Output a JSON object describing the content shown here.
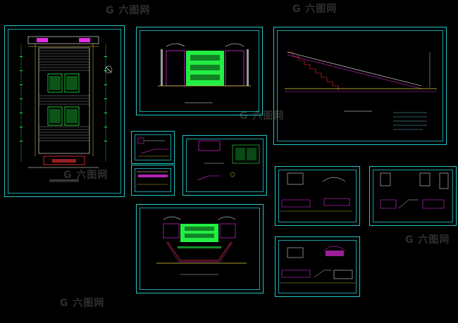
{
  "watermark": {
    "logo_text": "六图网",
    "glyph": "G"
  },
  "sheets": [
    {
      "key": "sheet-1-plan",
      "label": ""
    },
    {
      "key": "sheet-2-elevation",
      "label": ""
    },
    {
      "key": "sheet-3-stairs-section",
      "label": ""
    },
    {
      "key": "sheet-4-detail-a",
      "label": ""
    },
    {
      "key": "sheet-5-detail-b",
      "label": ""
    },
    {
      "key": "sheet-6-detail-c",
      "label": ""
    },
    {
      "key": "sheet-7-detail-d",
      "label": ""
    },
    {
      "key": "sheet-8-detail-e",
      "label": ""
    },
    {
      "key": "sheet-9-section",
      "label": ""
    },
    {
      "key": "sheet-10-detail-f",
      "label": ""
    }
  ],
  "colors": {
    "background": "#000000",
    "frame": "#21c7c7",
    "green": "#22ee44",
    "magenta": "#ff33ff",
    "yellow": "#e6d23a",
    "white": "#ffffff",
    "red": "#ff3333",
    "cyan": "#7ee7ff"
  }
}
